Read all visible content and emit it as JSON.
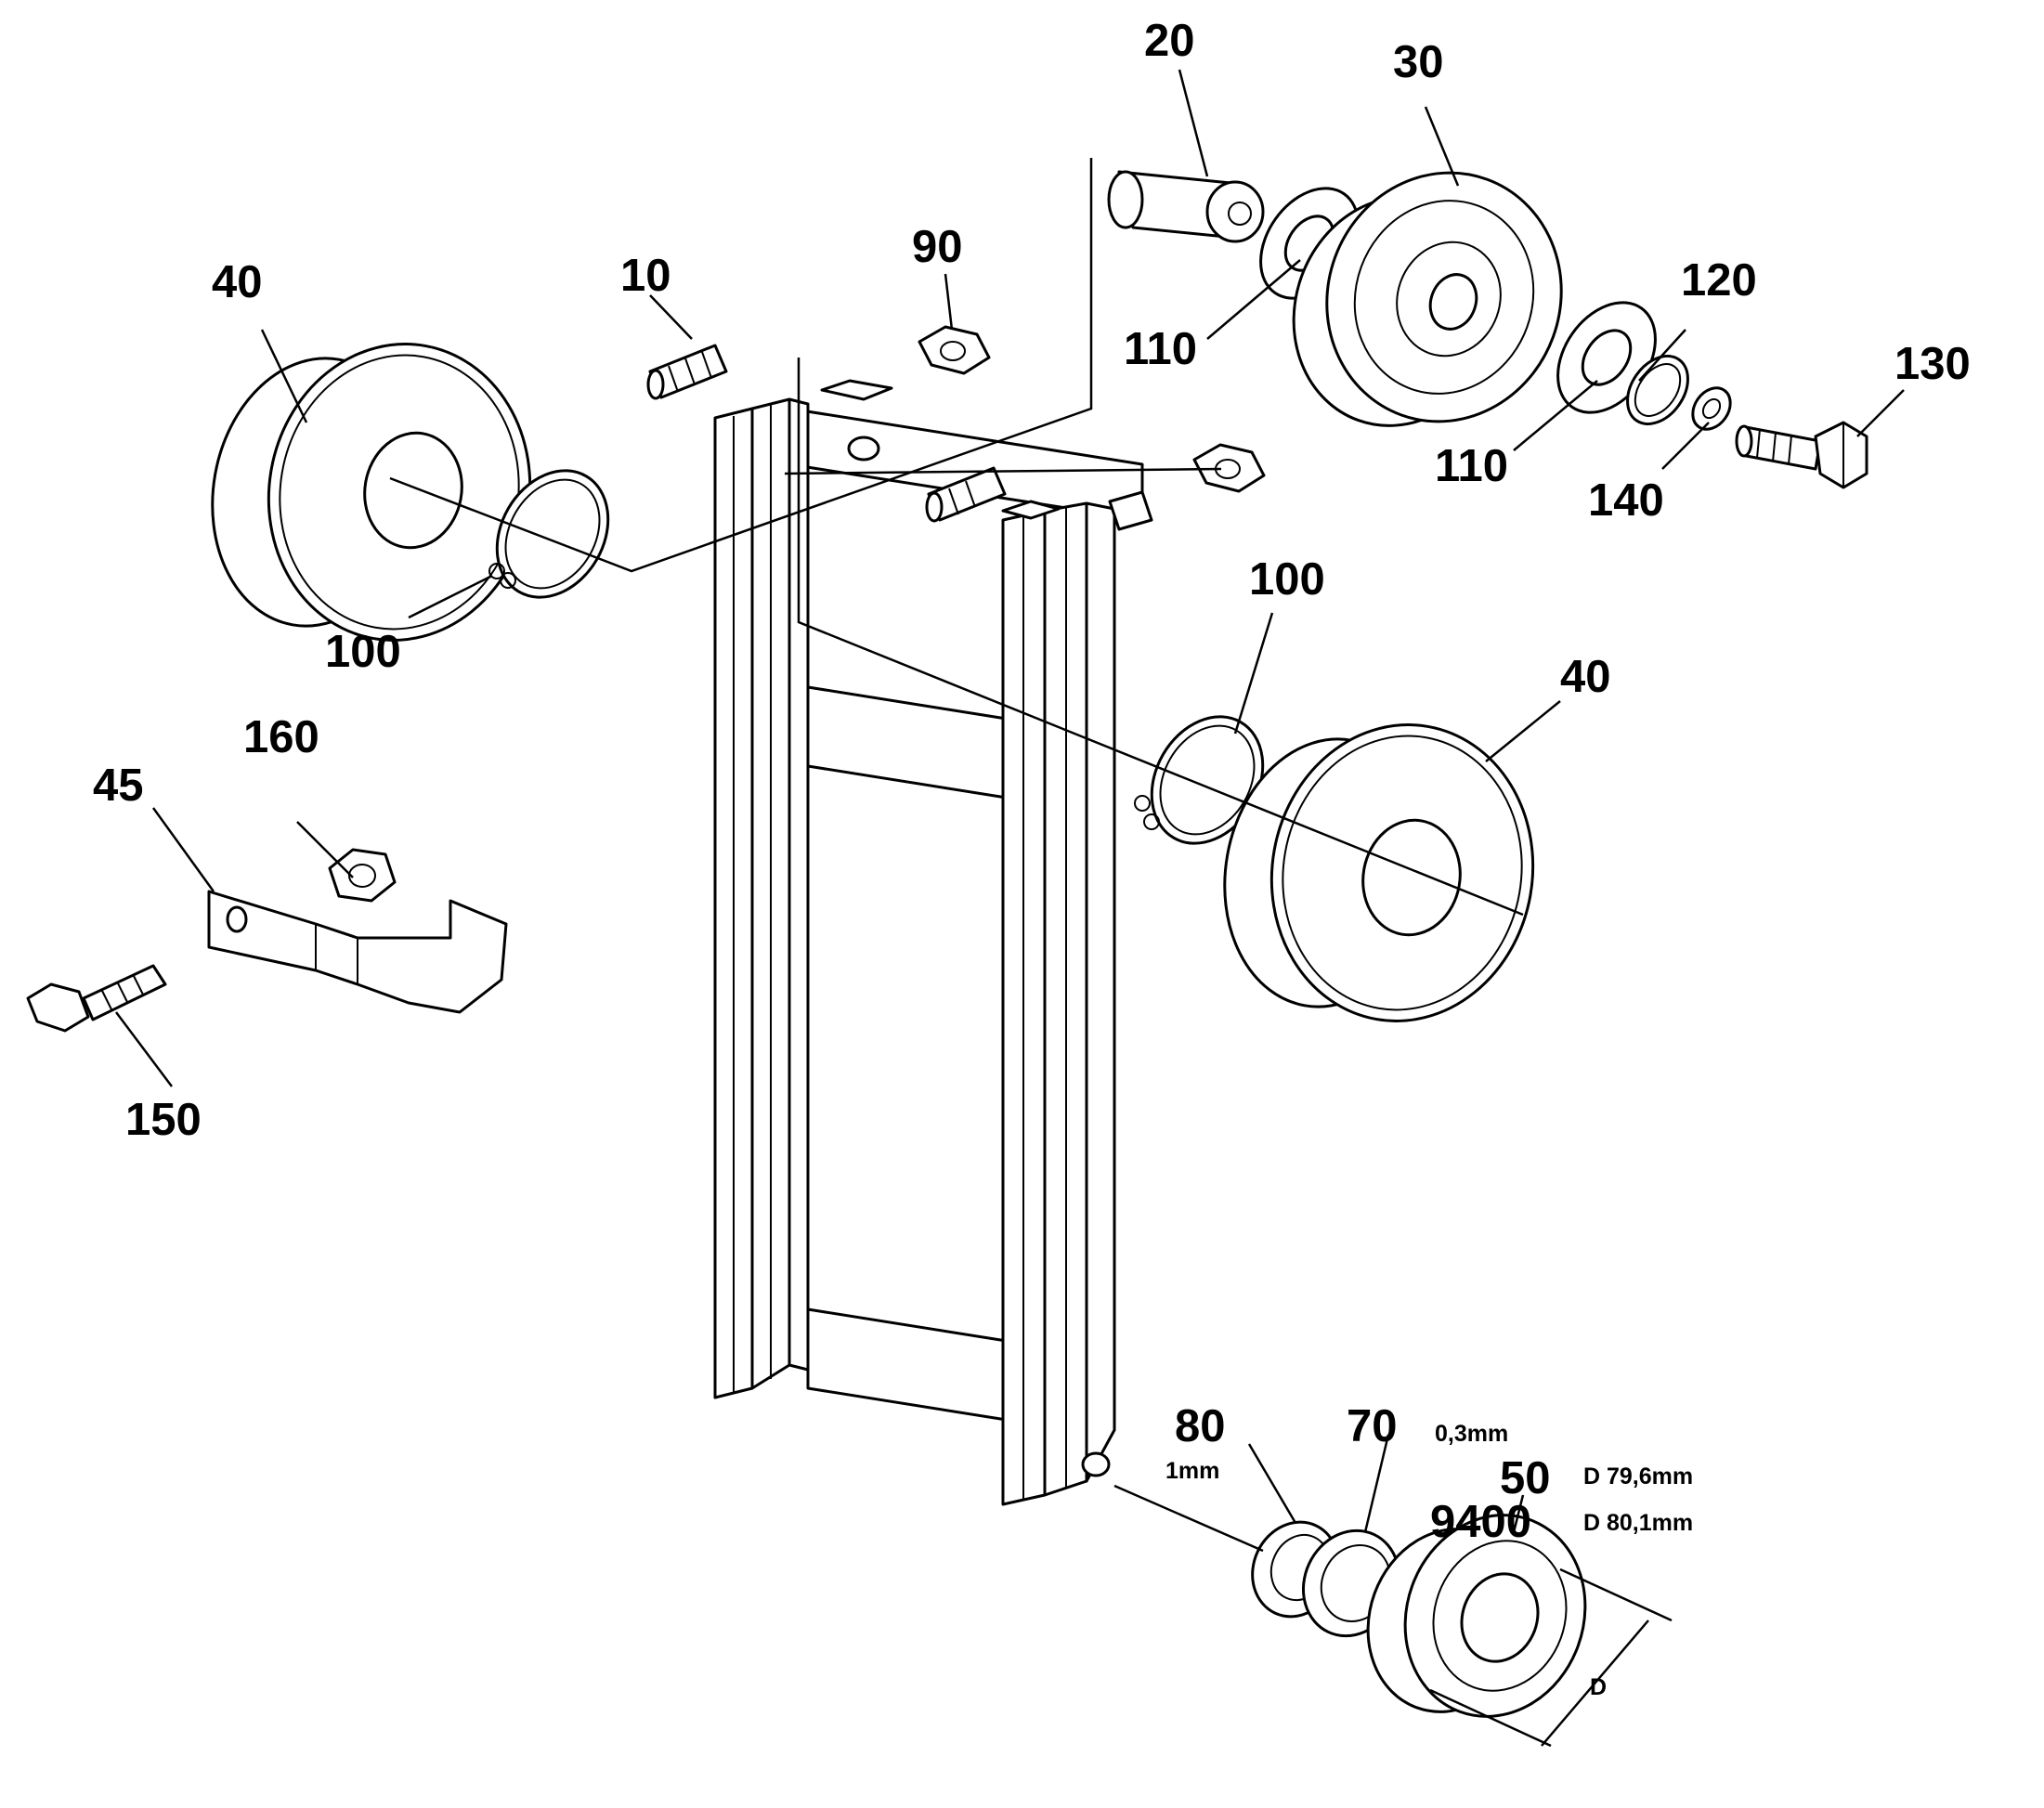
{
  "callouts": {
    "c10": "10",
    "c20": "20",
    "c30": "30",
    "c40a": "40",
    "c40b": "40",
    "c45": "45",
    "c50": "50",
    "c70": "70",
    "c80": "80",
    "c90": "90",
    "c100a": "100",
    "c100b": "100",
    "c110a": "110",
    "c110b": "110",
    "c120": "120",
    "c130": "130",
    "c140": "140",
    "c150": "150",
    "c160": "160",
    "c9400": "9400"
  },
  "notes": {
    "n70": "0,3mm",
    "n80": "1mm",
    "n50": "D 79,6mm",
    "n9400": "D 80,1mm",
    "dimension": "D"
  }
}
